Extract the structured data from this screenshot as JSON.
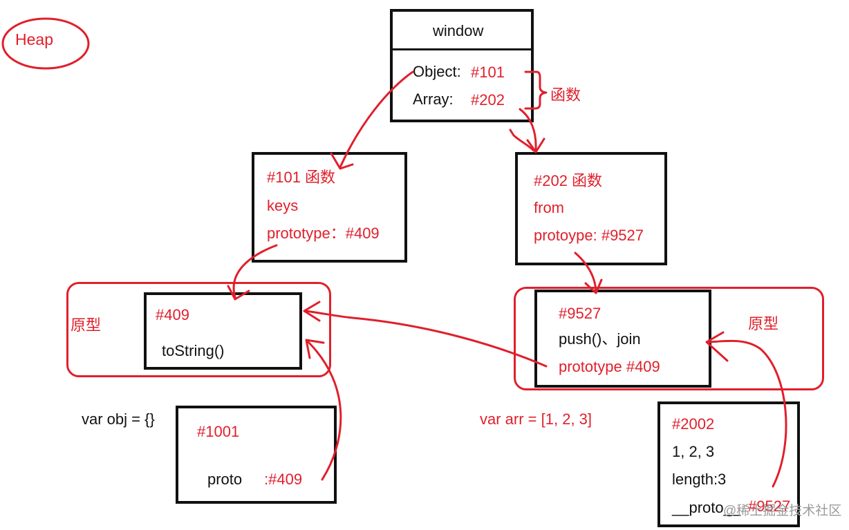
{
  "heap_label": "Heap",
  "window_box": {
    "title": "window",
    "object_key": "Object:",
    "object_ref": "#101",
    "array_key": "Array:",
    "array_ref": "#202",
    "bracket_label": "函数"
  },
  "func_101": {
    "header": "#101 函数",
    "line1": "keys",
    "line2": "prototype：#409"
  },
  "func_202": {
    "header": "#202 函数",
    "line1": "from",
    "line2": "protoype:  #9527"
  },
  "proto_409": {
    "group_label": "原型",
    "id": "#409",
    "method": "toString()"
  },
  "proto_9527": {
    "group_label": "原型",
    "id": "#9527",
    "methods": "push()、join",
    "proto_line": "prototype #409"
  },
  "obj_code": "var obj = {}",
  "obj_1001": {
    "id": "#1001",
    "proto_key": "proto",
    "proto_ref": ":#409"
  },
  "arr_code": "var arr = [1, 2, 3]",
  "arr_2002": {
    "id": "#2002",
    "values": "1, 2, 3",
    "length": "length:3",
    "proto_key": "__proto__",
    "proto_ref": "#9527"
  },
  "watermark": "@稀土掘金技术社区",
  "colors": {
    "ink": "#111111",
    "annotation": "#e01f2b"
  }
}
